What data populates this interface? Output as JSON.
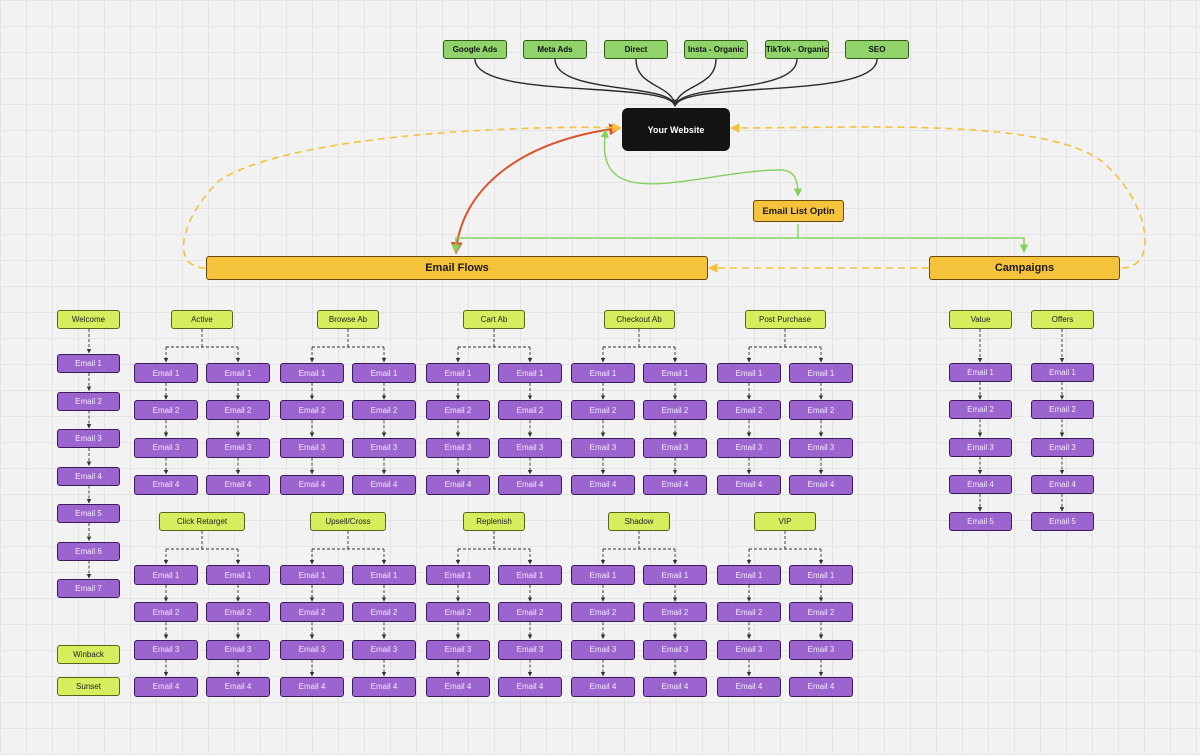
{
  "sources": [
    "Google Ads",
    "Meta Ads",
    "Direct",
    "Insta - Organic",
    "TikTok - Organic",
    "SEO"
  ],
  "website": "Your Website",
  "optin": "Email List Optin",
  "hubs": {
    "flows": "Email Flows",
    "campaigns": "Campaigns"
  },
  "welcome": {
    "name": "Welcome",
    "emails": [
      "Email 1",
      "Email 2",
      "Email 3",
      "Email 4",
      "Email 5",
      "Email 6",
      "Email 7"
    ]
  },
  "extra_flows": [
    "Winback",
    "Sunset"
  ],
  "flow_rows": [
    [
      "Active",
      "Browse Ab",
      "Cart Ab",
      "Checkout Ab",
      "Post Purchase"
    ],
    [
      "Click Retarget",
      "Upsell/Cross",
      "Replenish",
      "Shadow",
      "VIP"
    ]
  ],
  "flow_emails": [
    "Email 1",
    "Email 2",
    "Email 3",
    "Email 4"
  ],
  "campaign_groups": [
    {
      "name": "Value",
      "emails": [
        "Email 1",
        "Email 2",
        "Email 3",
        "Email 4",
        "Email 5"
      ]
    },
    {
      "name": "Offers",
      "emails": [
        "Email 1",
        "Email 2",
        "Email 3",
        "Email 4",
        "Email 5"
      ]
    }
  ],
  "colors": {
    "source": "#8fd36a",
    "flow_label": "#d4ee5e",
    "email": "#9b64cf",
    "hub": "#f5c23c",
    "website": "#131313",
    "red_arrow": "#d9542b",
    "green_arrow": "#86d15a",
    "dashed_loop": "#f2c33a"
  }
}
